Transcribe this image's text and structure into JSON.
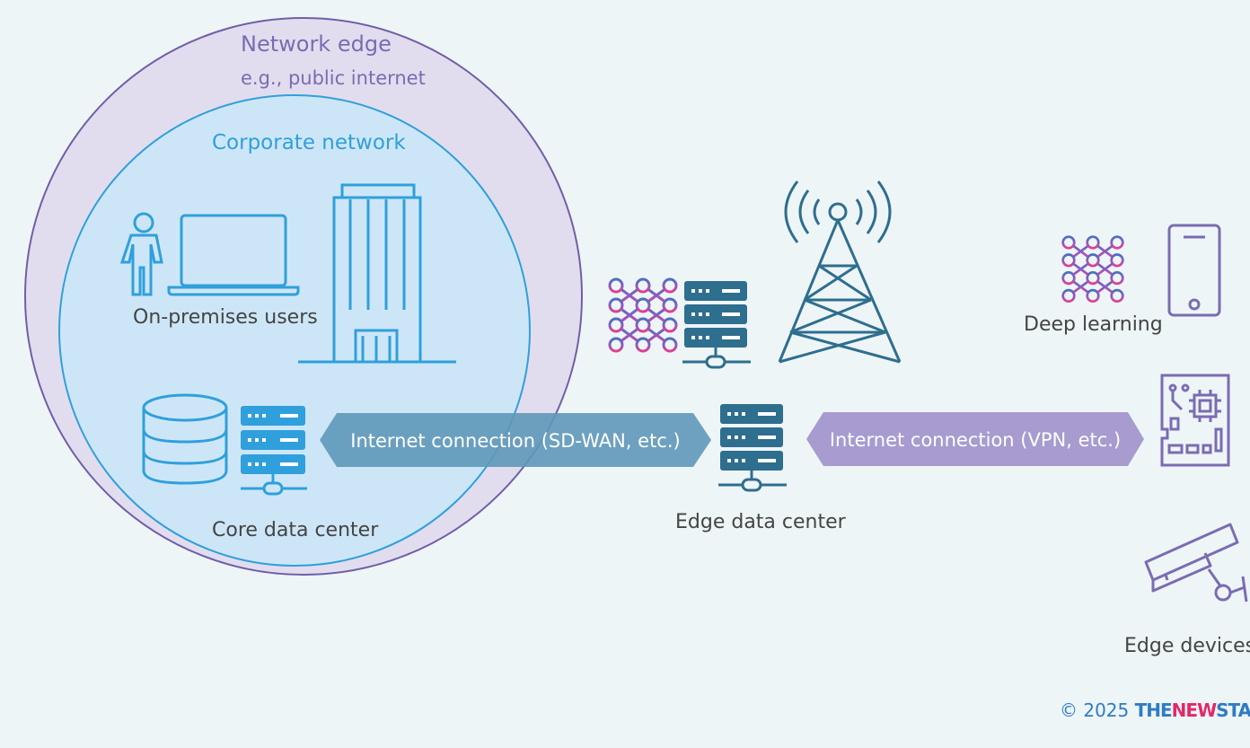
{
  "zones": {
    "network_edge": {
      "title": "Network edge",
      "subtitle": "e.g., public internet"
    },
    "corporate_network": {
      "title": "Corporate network"
    }
  },
  "nodes": {
    "on_premises_users": "On-premises users",
    "core_data_center": "Core data center",
    "edge_data_center": "Edge data center",
    "deep_learning": "Deep learning",
    "edge_devices": "Edge devices"
  },
  "connections": {
    "sdwan": "Internet connection (SD-WAN, etc.)",
    "vpn": "Internet connection (VPN, etc.)"
  },
  "footer": {
    "copyright": "© 2025",
    "brand_the": "THE",
    "brand_new": "NEW",
    "brand_rest": "STA"
  },
  "colors": {
    "outer_circle_fill": "#e2ddee",
    "outer_circle_stroke": "#6f5fa8",
    "inner_circle_fill": "#c9e8f8",
    "inner_circle_stroke": "#2fa0db",
    "network_edge_text": "#7a6cb2",
    "corporate_text": "#2fa0db",
    "icon_blue": "#2fa0db",
    "icon_teal": "#2e6e8e",
    "icon_purple": "#7a6cb2",
    "label_gray": "#444444",
    "sdwan_arrow": "#5f98b8",
    "vpn_arrow": "#a79bd0"
  },
  "icons": [
    "person-icon",
    "laptop-icon",
    "office-building-icon",
    "database-icon",
    "server-icon",
    "neural-network-icon",
    "cell-tower-icon",
    "smartphone-icon",
    "circuit-board-icon",
    "security-camera-icon"
  ]
}
